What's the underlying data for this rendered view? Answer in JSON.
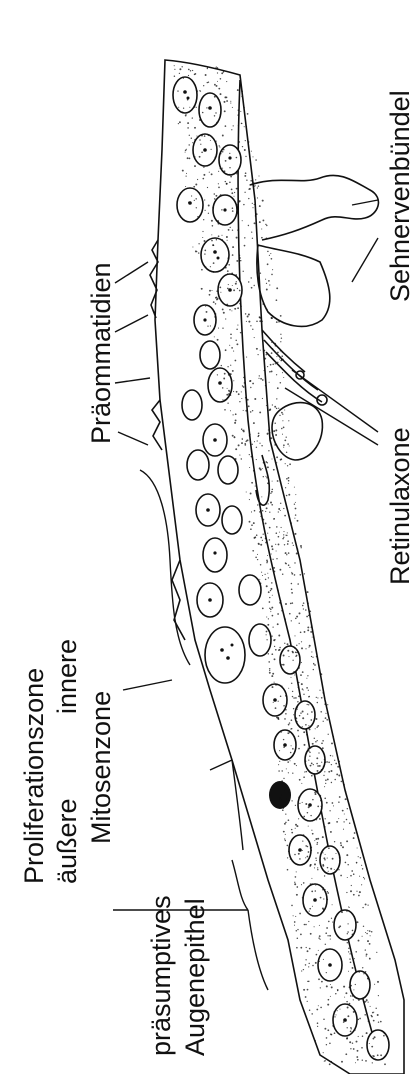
{
  "figure": {
    "labels": {
      "sehnervenbuendel": "Sehnervenbündel",
      "retinulaxone": "Retinulaxone",
      "praeommatidien": "Präommatidien",
      "proliferationszone": "Proliferationszone",
      "aeussere": "äußere",
      "innere": "innere",
      "mitosenzone": "Mitosenzone",
      "praesumptives": "präsumptives",
      "augenepithel": "Augenepithel"
    },
    "colors": {
      "ink": "#111111",
      "background": "#ffffff"
    }
  }
}
